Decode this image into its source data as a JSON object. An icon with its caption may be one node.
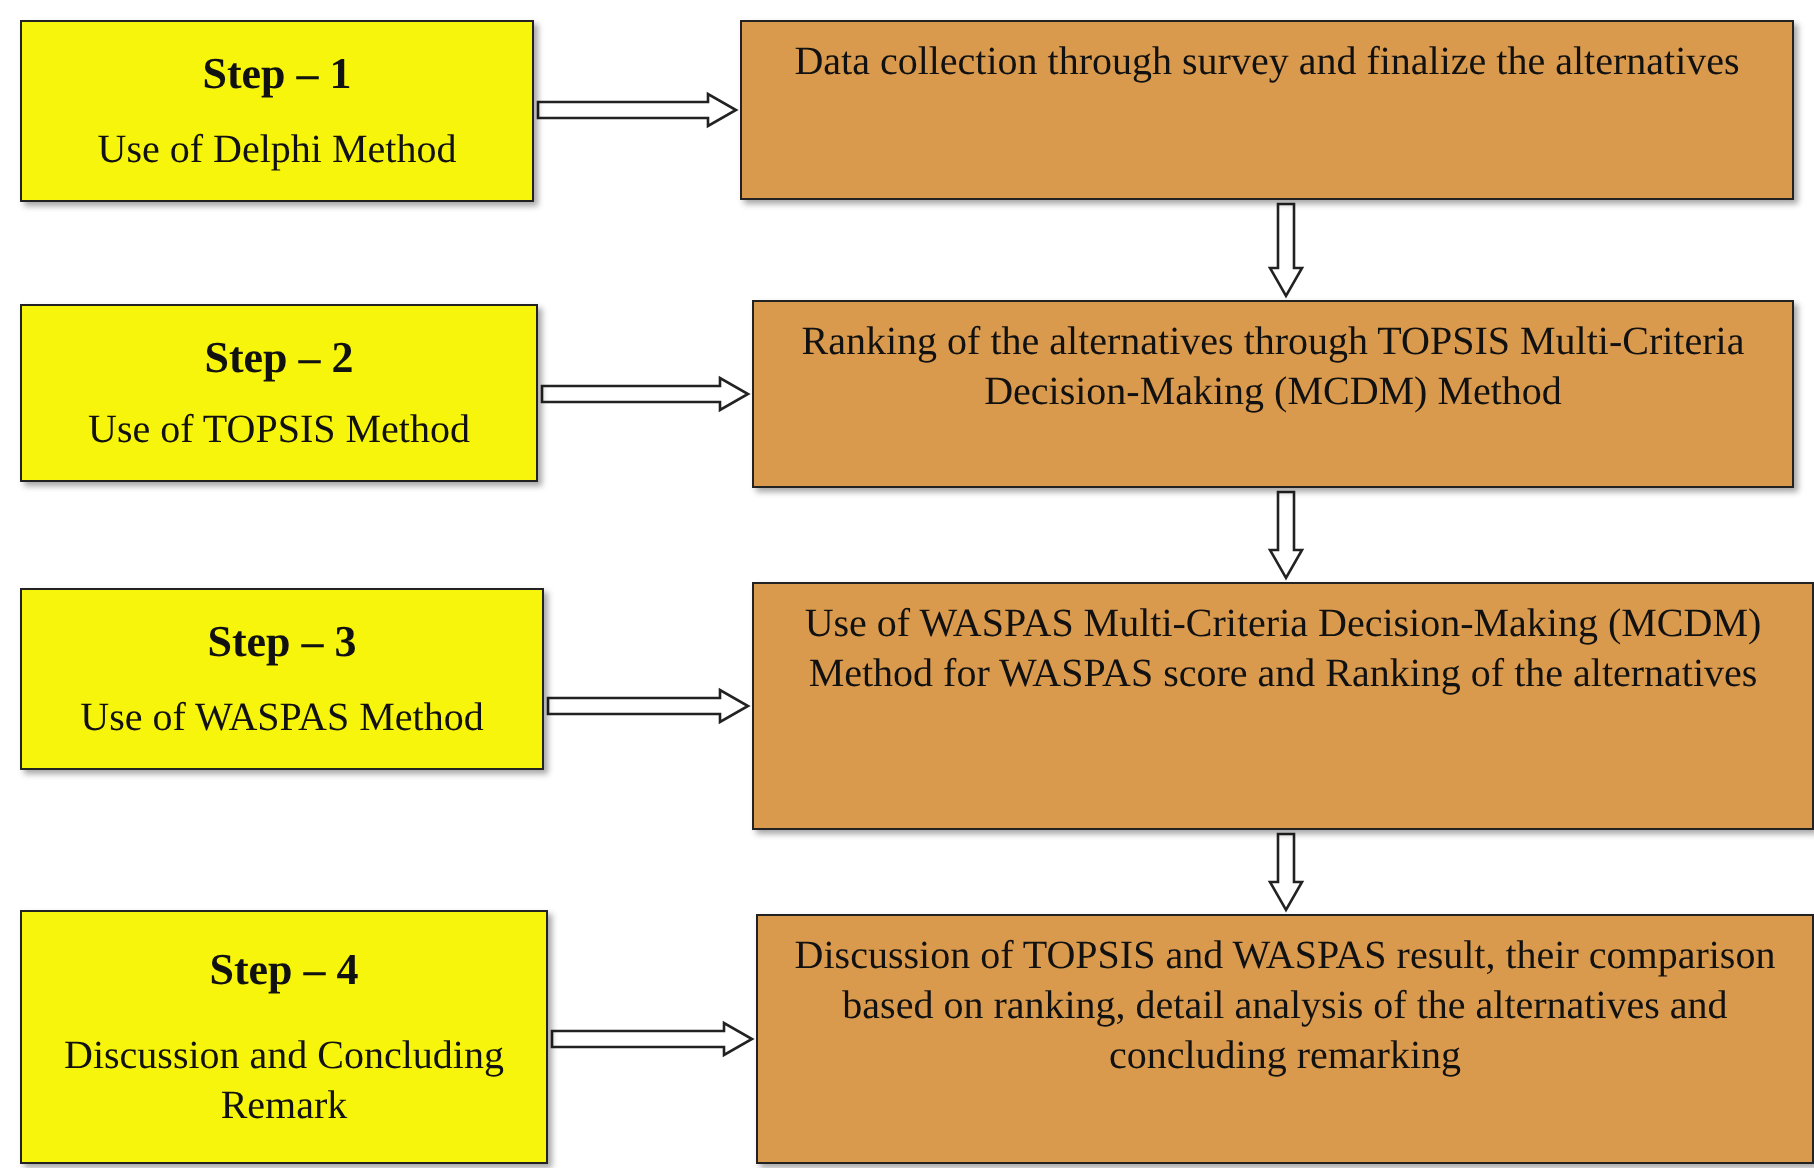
{
  "diagram": {
    "nodes": [
      {
        "text": [
          "Step – 1",
          "Use of Delphi Method"
        ]
      },
      {
        "text": [
          "Data collection through survey and finalize the alternatives"
        ]
      },
      {
        "text": [
          "Step – 2",
          "Use of TOPSIS Method"
        ]
      },
      {
        "text": [
          "Ranking of the alternatives through TOPSIS Multi-Criteria Decision-Making (MCDM) Method"
        ]
      },
      {
        "text": [
          "Step – 3",
          "Use of WASPAS Method"
        ]
      },
      {
        "text": [
          "Use of WASPAS Multi-Criteria Decision-Making (MCDM) Method for WASPAS score and Ranking of the alternatives"
        ]
      },
      {
        "text": [
          "Step – 4",
          "Discussion and Concluding Remark"
        ]
      },
      {
        "text": [
          "Discussion of TOPSIS and WASPAS result, their comparison based on ranking, detail analysis of the alternatives and concluding remarking"
        ]
      }
    ],
    "edges": [
      {
        "from": 0,
        "to": 1,
        "arrow": "to"
      },
      {
        "from": 2,
        "to": 3,
        "arrow": "to"
      },
      {
        "from": 4,
        "to": 5,
        "arrow": "to"
      },
      {
        "from": 6,
        "to": 7,
        "arrow": "to"
      },
      {
        "from": 1,
        "to": 3,
        "arrow": "to"
      },
      {
        "from": 3,
        "to": 5,
        "arrow": "to"
      },
      {
        "from": 5,
        "to": 7,
        "arrow": "to"
      }
    ]
  }
}
